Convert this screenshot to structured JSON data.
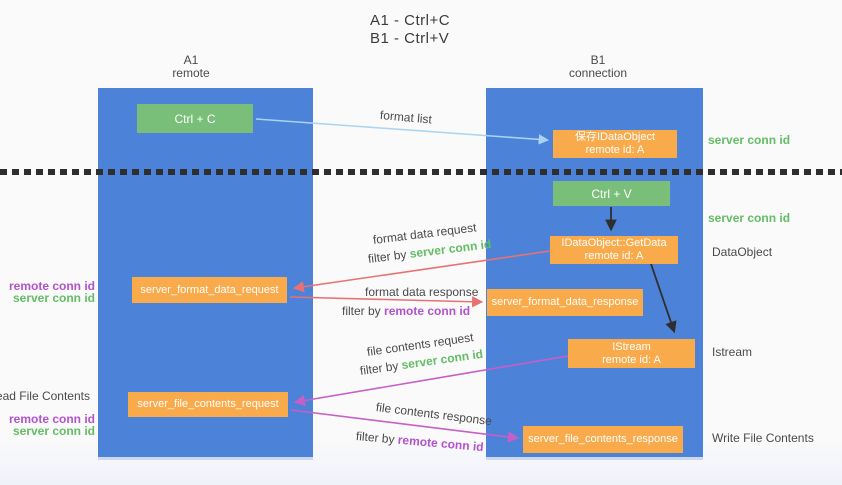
{
  "title": {
    "line1": "A1 - Ctrl+C",
    "line2": "B1 - Ctrl+V"
  },
  "columns": {
    "left": {
      "header_line1": "A1",
      "header_line2": "remote"
    },
    "right": {
      "header_line1": "B1",
      "header_line2": "connection"
    }
  },
  "boxes": {
    "ctrl_c": "Ctrl + C",
    "ctrl_v": "Ctrl + V",
    "save_idataobject": {
      "line1": "保存IDataObject",
      "line2": "remote id: A"
    },
    "getdata": {
      "line1": "IDataObject::GetData",
      "line2": "remote id: A"
    },
    "istream": {
      "line1": "IStream",
      "line2": "remote id: A"
    },
    "server_format_data_request": "server_format_data_request",
    "server_format_data_response": "server_format_data_response",
    "server_file_contents_request": "server_file_contents_request",
    "server_file_contents_response": "server_file_contents_response"
  },
  "labels": {
    "format_list": "format list",
    "format_data_request": "format data request",
    "format_data_response": "format data response",
    "file_contents_request": "file contents request",
    "file_contents_response": "file contents response",
    "filter_by": "filter by",
    "server_conn_id": "server conn id",
    "remote_conn_id": "remote conn id",
    "dataobject": "DataObject",
    "istream": "Istream",
    "read_file_contents": "Read File Contents",
    "write_file_contents": "Write File Contents"
  },
  "colors": {
    "column_blue": "#4d82d9",
    "box_orange": "#f9aa4b",
    "box_green": "#79bf79",
    "green_text": "#63bd66",
    "purple_text": "#b153cc",
    "red_arrow": "#e87272",
    "magenta_arrow": "#c75fc7",
    "lightblue_arrow": "#a9d3f2",
    "black_arrow": "#2e2e2e"
  }
}
